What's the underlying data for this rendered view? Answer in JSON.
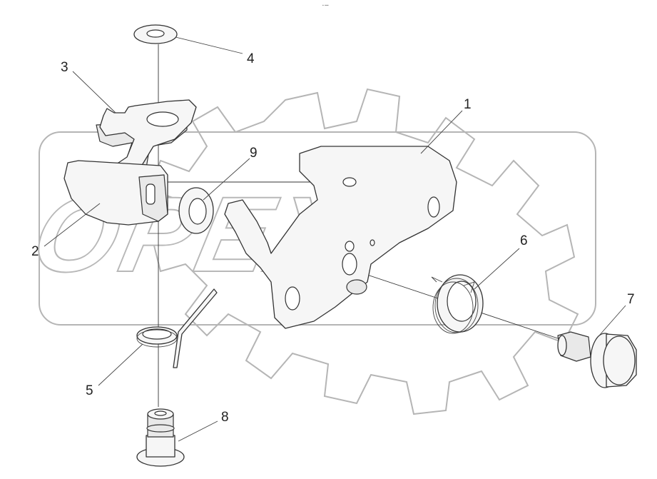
{
  "header": {
    "small_mark": "▪ ▪▪▪"
  },
  "watermark": {
    "text": "OPEX"
  },
  "callouts": [
    {
      "id": "1",
      "label": "1"
    },
    {
      "id": "2",
      "label": "2"
    },
    {
      "id": "3",
      "label": "3"
    },
    {
      "id": "4",
      "label": "4"
    },
    {
      "id": "5",
      "label": "5"
    },
    {
      "id": "6",
      "label": "6"
    },
    {
      "id": "7",
      "label": "7"
    },
    {
      "id": "8",
      "label": "8"
    },
    {
      "id": "9",
      "label": "9"
    }
  ],
  "colors": {
    "line": "#333333",
    "watermark_outline": "#b5b5b5",
    "background": "#ffffff"
  }
}
